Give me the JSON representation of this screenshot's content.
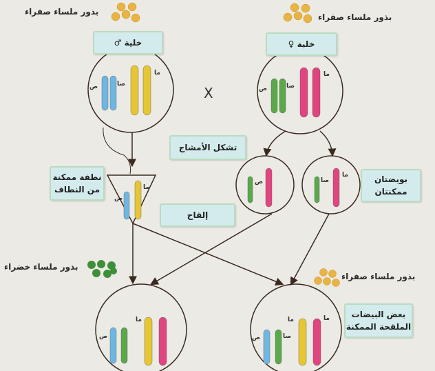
{
  "labels": {
    "seeds_top_left": "بذور ملساء صفراء",
    "seeds_top_right": "بذور ملساء صفراء",
    "male_cell": "خلية ♂",
    "female_cell": "خلية ♀",
    "cross": "X",
    "gamete_formation": "تشكل الأمشاج",
    "pollen_nucleus": "نطفة ممكنة من النطاف",
    "ovules": "بويضتان ممكنتان",
    "fertilization": "إلقاح",
    "seeds_bottom_left": "بذور ملساء خضراء",
    "seeds_bottom_right": "بذور ملساء صفراء",
    "fertilized_eggs": "بعض البيضات الملقحة الممكنة"
  },
  "genes": {
    "s": "ص",
    "sa": "صا",
    "ma": "ما"
  },
  "colors": {
    "blue": "#6fb7e0",
    "green": "#5aa84a",
    "yellow": "#e6c634",
    "pink": "#e0457f",
    "seed_yellow": "#e8b443",
    "seed_green": "#3f8f3a",
    "box": "#d3ebec",
    "line": "#3a2a20"
  }
}
